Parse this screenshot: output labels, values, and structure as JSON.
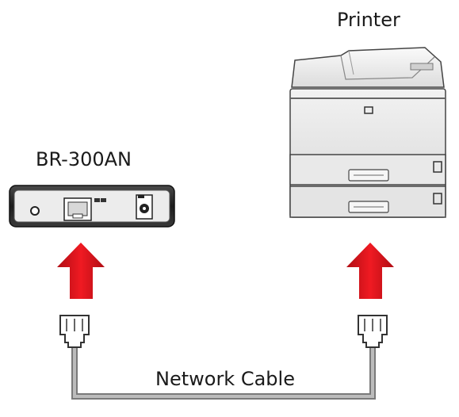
{
  "labels": {
    "printer": "Printer",
    "device": "BR-300AN",
    "cable": "Network Cable"
  },
  "colors": {
    "arrow": "#e8141c",
    "cable": "#9a9a9a",
    "printer_body": "#e6e6e6",
    "device_body": "#2a2a2a"
  },
  "icons": [
    "up-arrow-icon",
    "rj45-plug-icon",
    "printer-icon",
    "router-icon"
  ]
}
